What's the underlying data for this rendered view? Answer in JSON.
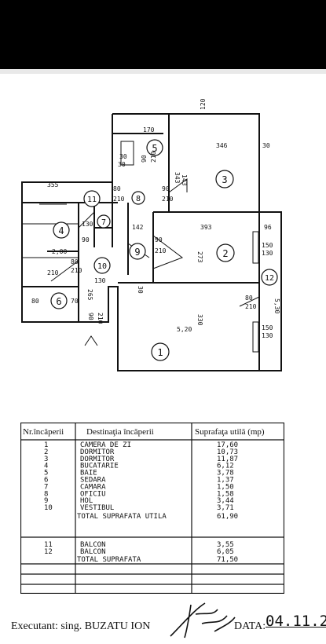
{
  "plan": {
    "rooms": [
      {
        "no": "1"
      },
      {
        "no": "2"
      },
      {
        "no": "3"
      },
      {
        "no": "4"
      },
      {
        "no": "5"
      },
      {
        "no": "6"
      },
      {
        "no": "7"
      },
      {
        "no": "8"
      },
      {
        "no": "9"
      },
      {
        "no": "10"
      },
      {
        "no": "11"
      },
      {
        "no": "12"
      }
    ],
    "dims": {
      "d1": "120",
      "d2": "170",
      "d3": "346",
      "d4": "30",
      "d5": "343",
      "d6": "30",
      "d7": "355",
      "d8": "80",
      "d9": "210",
      "d10": "90",
      "d11": "210",
      "d12": "142",
      "d13": "393",
      "d14": "96",
      "d15": "130",
      "d16": "90",
      "d17": "210",
      "d18": "2,00",
      "d19": "80",
      "d20": "210",
      "d21": "273",
      "d22": "150",
      "d23": "130",
      "d24": "130",
      "d25": "80",
      "d26": "210",
      "d27": "330",
      "d28": "5,20",
      "d29": "265",
      "d30": "150",
      "d31": "130",
      "d32": "80",
      "d33": "70",
      "d34": "5,30",
      "d35": "90",
      "d36": "210",
      "d37": "90",
      "d38": "210",
      "d39": "90",
      "d40": "210",
      "d41": "30",
      "d42": "30",
      "d43": "143"
    }
  },
  "table": {
    "headers": [
      "Nr.încăperii",
      "Destinaţia încăperii",
      "Suprafaţa utilă (mp)"
    ],
    "rows": [
      {
        "nr": "1",
        "dest": "CAMERA DE ZI",
        "area": "17,60"
      },
      {
        "nr": "2",
        "dest": "DORMITOR",
        "area": "10,73"
      },
      {
        "nr": "3",
        "dest": "DORMITOR",
        "area": "11,87"
      },
      {
        "nr": "4",
        "dest": "BUCATARIE",
        "area": "6,12"
      },
      {
        "nr": "5",
        "dest": "BAIE",
        "area": "3,78"
      },
      {
        "nr": "6",
        "dest": "SEDARA",
        "area": "1,37"
      },
      {
        "nr": "7",
        "dest": "CAMARA",
        "area": "1,50"
      },
      {
        "nr": "8",
        "dest": "OFICIU",
        "area": "1,58"
      },
      {
        "nr": "9",
        "dest": "HOL",
        "area": "3,44"
      },
      {
        "nr": "10",
        "dest": "VESTIBUL",
        "area": "3,71"
      },
      {
        "nr": "",
        "dest": "TOTAL SUPRAFATA UTILA",
        "area": "61,90"
      },
      {
        "nr": "11",
        "dest": "BALCON",
        "area": "3,55"
      },
      {
        "nr": "12",
        "dest": "BALCON",
        "area": "6,05"
      },
      {
        "nr": "",
        "dest": "TOTAL SUPRAFATA",
        "area": "71,50"
      }
    ]
  },
  "footer": {
    "executant": "Executant: sing. BUZATU ION",
    "date_label": "DATA:",
    "date_value": "04.11.2"
  }
}
